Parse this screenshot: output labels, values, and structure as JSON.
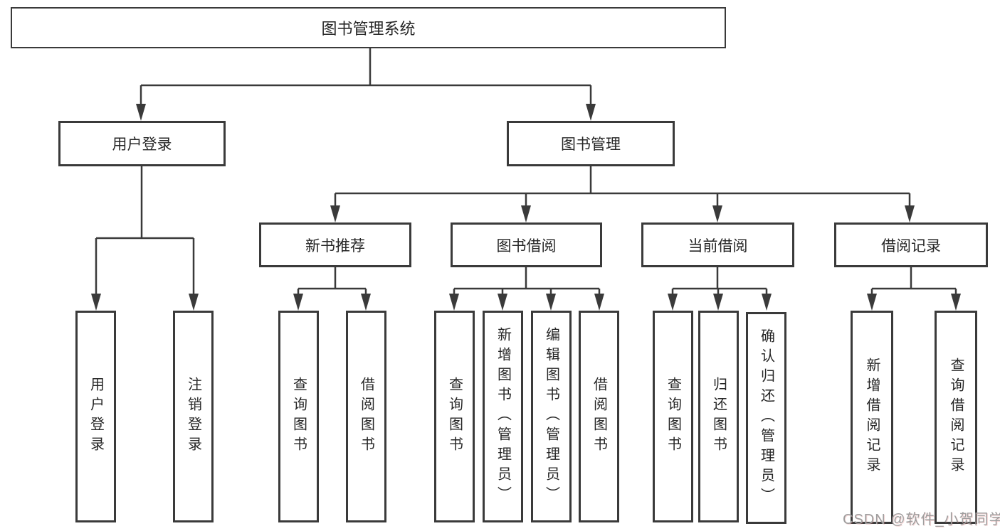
{
  "tree": {
    "label": "图书管理系统",
    "children": [
      {
        "label": "用户登录",
        "children": [
          {
            "label": "用户登录"
          },
          {
            "label": "注销登录"
          }
        ]
      },
      {
        "label": "图书管理",
        "children": [
          {
            "label": "新书推荐",
            "children": [
              {
                "label": "查询图书"
              },
              {
                "label": "借阅图书"
              }
            ]
          },
          {
            "label": "图书借阅",
            "children": [
              {
                "label": "查询图书"
              },
              {
                "label": "新增图书（管理员）"
              },
              {
                "label": "编辑图书（管理员）"
              },
              {
                "label": "借阅图书"
              }
            ]
          },
          {
            "label": "当前借阅",
            "children": [
              {
                "label": "查询图书"
              },
              {
                "label": "归还图书"
              },
              {
                "label": "确认归还（管理员）"
              }
            ]
          },
          {
            "label": "借阅记录",
            "children": [
              {
                "label": "新增借阅记录"
              },
              {
                "label": "查询借阅记录"
              }
            ]
          }
        ]
      }
    ]
  },
  "watermark": {
    "text": "CSDN @软件_小贺同学"
  },
  "colors": {
    "line": "#3a3a3a",
    "box_border": "#3a3a3a",
    "box_fill": "#ffffff",
    "text": "#262626",
    "background": "#ffffff",
    "watermark": "#9e9e9e"
  }
}
